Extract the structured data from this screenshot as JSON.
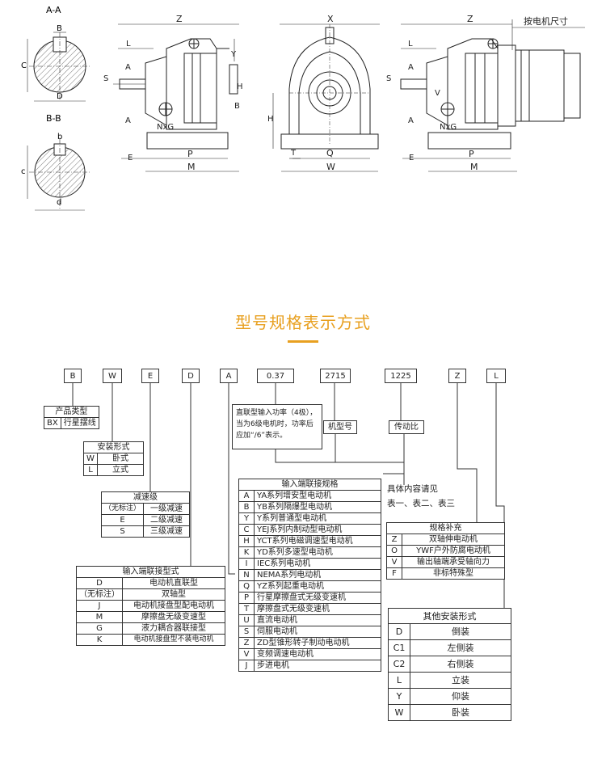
{
  "drawing": {
    "section_aa": {
      "title": "A-A",
      "labels": {
        "b": "B",
        "c": "C",
        "d": "D"
      }
    },
    "section_bb": {
      "title": "B-B",
      "labels": {
        "b": "b",
        "c": "c",
        "d": "d"
      }
    },
    "front_view": {
      "Z": "Z",
      "L": "L",
      "A1": "A",
      "A2": "A",
      "S": "S",
      "H": "H",
      "Y": "Y",
      "B": "B",
      "NxG": "NxG",
      "E": "E",
      "P": "P",
      "M": "M"
    },
    "side_view": {
      "X": "X",
      "H": "H",
      "T": "T",
      "Q": "Q",
      "W": "W"
    },
    "motor_view": {
      "Z": "Z",
      "motor_size": "按电机尺寸",
      "L": "L",
      "A1": "A",
      "A2": "A",
      "S": "S",
      "V": "V",
      "NxG": "NxG",
      "E": "E",
      "P": "P",
      "M": "M"
    }
  },
  "section_title": "型号规格表示方式",
  "accent_color": "#e8a020",
  "codes": [
    "B",
    "W",
    "E",
    "D",
    "A",
    "0.37",
    "2715",
    "1225",
    "Z",
    "L"
  ],
  "product_type": {
    "header": "产品类型",
    "rows": [
      [
        "BX",
        "行星摆线"
      ]
    ]
  },
  "mount_form": {
    "header": "安装形式",
    "rows": [
      [
        "W",
        "卧式"
      ],
      [
        "L",
        "立式"
      ]
    ]
  },
  "reduction": {
    "header": "减速级",
    "rows": [
      [
        "（无标注）",
        "一级减速"
      ],
      [
        "E",
        "二级减速"
      ],
      [
        "S",
        "三级减速"
      ]
    ]
  },
  "input_connection": {
    "header": "输入端联接型式",
    "rows": [
      [
        "D",
        "电动机直联型"
      ],
      [
        "（无标注）",
        "双轴型"
      ],
      [
        "J",
        "电动机接盘型配电动机"
      ],
      [
        "M",
        "摩擦盘无级变速型"
      ],
      [
        "G",
        "液力耦合器联接型"
      ],
      [
        "K",
        "电动机接盘型不装电动机"
      ]
    ]
  },
  "power_note": "直联型输入功率（4极），当为6级电机时，功率后应加“/6”表示。",
  "machine_no": "机型号",
  "ratio": "传动比",
  "detail_note": {
    "line1": "具体内容请见",
    "line2": "表一、表二、表三"
  },
  "input_spec": {
    "header": "输入端联接规格",
    "rows": [
      [
        "A",
        "YA系列增安型电动机"
      ],
      [
        "B",
        "YB系列隔爆型电动机"
      ],
      [
        "Y",
        "Y系列普通型电动机"
      ],
      [
        "C",
        "YEJ系列内制动型电动机"
      ],
      [
        "H",
        "YCT系列电磁调速型电动机"
      ],
      [
        "K",
        "YD系列多速型电动机"
      ],
      [
        "I",
        "IEC系列电动机"
      ],
      [
        "N",
        "NEMA系列电动机"
      ],
      [
        "Q",
        "YZ系列起重电动机"
      ],
      [
        "P",
        "行星摩擦盘式无级变速机"
      ],
      [
        "T",
        "摩擦盘式无级变速机"
      ],
      [
        "U",
        "直流电动机"
      ],
      [
        "S",
        "伺服电动机"
      ],
      [
        "Z",
        "ZD型锥形转子制动电动机"
      ],
      [
        "V",
        "变频调速电动机"
      ],
      [
        "J",
        "步进电机"
      ]
    ]
  },
  "spec_supplement": {
    "header": "规格补充",
    "rows": [
      [
        "Z",
        "双轴伸电动机"
      ],
      [
        "O",
        "YWF户外防腐电动机"
      ],
      [
        "V",
        "输出轴端承受轴向力"
      ],
      [
        "F",
        "非标特殊型"
      ]
    ]
  },
  "other_mount": {
    "header": "其他安装形式",
    "rows": [
      [
        "D",
        "倒装"
      ],
      [
        "C1",
        "左侧装"
      ],
      [
        "C2",
        "右侧装"
      ],
      [
        "L",
        "立装"
      ],
      [
        "Y",
        "仰装"
      ],
      [
        "W",
        "卧装"
      ]
    ]
  }
}
